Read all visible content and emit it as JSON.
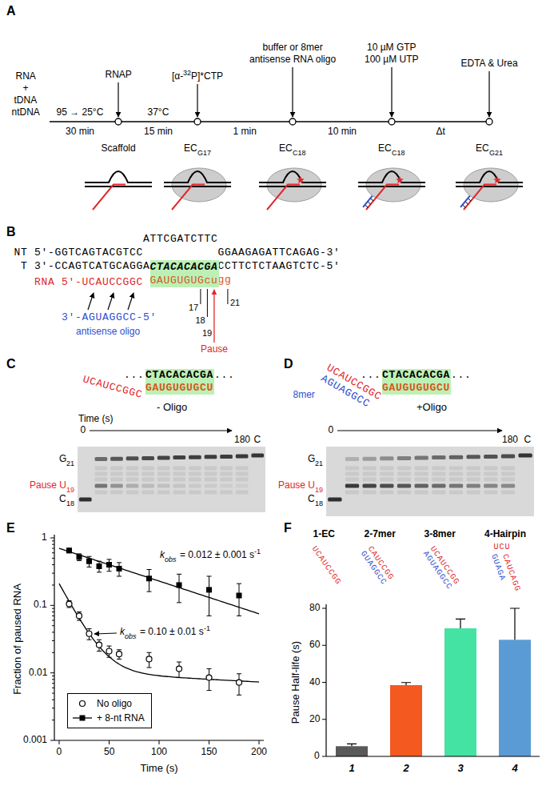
{
  "diagram": {
    "nodes": [
      {
        "text": [
          "CTACACACGA",
          "GAUGUGUGcu"
        ]
      },
      {
        "text": [
          "CTACACACGA",
          "GAUGUGUGCU"
        ]
      },
      {
        "text": [
          "CTACACACGA",
          "GAUGUGUGCU"
        ]
      }
    ],
    "labels": [
      "A",
      "RNA",
      "+",
      "tDNA",
      "ntDNA",
      "RNAP",
      "[α-",
      "32",
      "P]*CTP",
      "buffer or 8mer",
      "antisense RNA oligo",
      "10 µM GTP",
      "100 µM UTP",
      "EDTA & Urea",
      "95 → 25°C",
      "30 min",
      "37°C",
      "15 min",
      "1 min",
      "10 min",
      "Δt",
      "Scaffold",
      "EC",
      "G17",
      "EC",
      "C18",
      "EC",
      "C18",
      "EC",
      "G21",
      "B",
      "ATTCGATCTTC",
      "NT 5'-GGTCAGTACGTCC",
      "GGAAGAGATTCAGAG-3'",
      "T 3'-CCAGTCATGCAGGA",
      "CCTTCTCTAAGTCTC-5'",
      "RNA 5'-UCAUCCGGC",
      "gg",
      "17",
      "18",
      "19",
      "21",
      "Pause",
      "3'-AGUAGGCC-5'",
      "antisense oligo",
      "C",
      "UCAUCCGGC",
      "...",
      "...",
      "- Oligo",
      "Time (s)",
      "0",
      "180",
      "C",
      "G",
      "21",
      "Pause U",
      "19",
      "C",
      "18",
      "D",
      "UCAUCCGGC",
      "AGUAGGCC",
      "8mer",
      "...",
      "...",
      "+Oligo",
      "0",
      "180",
      "C",
      "G",
      "21",
      "Pause U",
      "19",
      "C",
      "18",
      "E",
      "1",
      "0.1",
      "0.01",
      "0.001",
      "0",
      "50",
      "100",
      "150",
      "200",
      "Time (s)",
      "Fraction of paused RNA",
      "k",
      "obs",
      "= 0.012 ± 0.001 s",
      "-1",
      "k",
      "obs",
      "= 0.10 ± 0.01 s",
      "-1",
      "F",
      "1-EC",
      "2-7mer",
      "3-8mer",
      "4-Hairpin",
      "UCAUCCGG",
      "CAUCCGG",
      "GUAGGCC",
      "UCAUCCGG",
      "AGUAGGCC",
      "UCU",
      "GUAGA",
      "CAUCAGG",
      "Pause Half-life (s)",
      "0",
      "20",
      "40",
      "60",
      "80",
      "1",
      "2",
      "3",
      "4"
    ],
    "legend": [
      {
        "text": "No oligo"
      },
      {
        "text": "+ 8-nt RNA"
      }
    ]
  }
}
